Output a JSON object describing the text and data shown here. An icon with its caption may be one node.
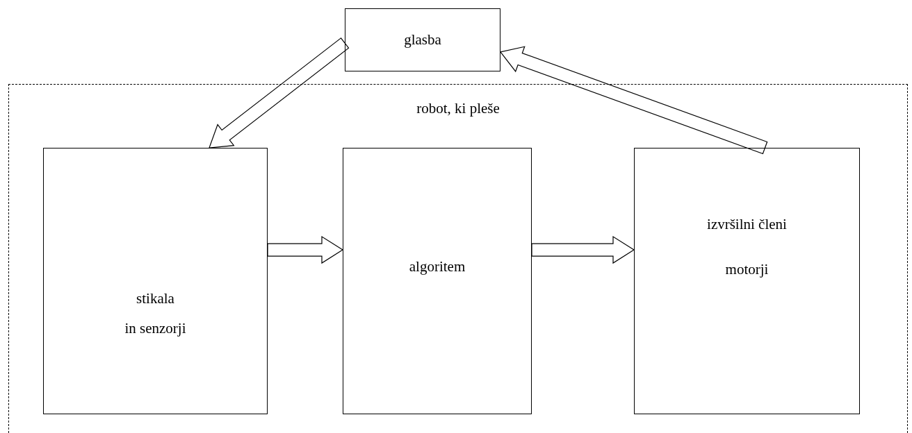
{
  "diagram": {
    "nodes": [
      {
        "text": [
          "glasba"
        ]
      },
      {
        "text": [
          "robot, ki pleše"
        ]
      },
      {
        "text": [
          "stikala",
          "in senzorji"
        ],
        "in": 1
      },
      {
        "text": [
          "algoritem"
        ],
        "in": 1
      },
      {
        "text": [
          "izvršilni členi",
          "motorji"
        ],
        "in": 1
      }
    ],
    "edges": [
      {
        "from": 0,
        "to": 2,
        "arrow": "to"
      },
      {
        "from": 2,
        "to": 3,
        "arrow": "to"
      },
      {
        "from": 3,
        "to": 4,
        "arrow": "to"
      },
      {
        "from": 4,
        "to": 0,
        "arrow": "to"
      }
    ]
  }
}
